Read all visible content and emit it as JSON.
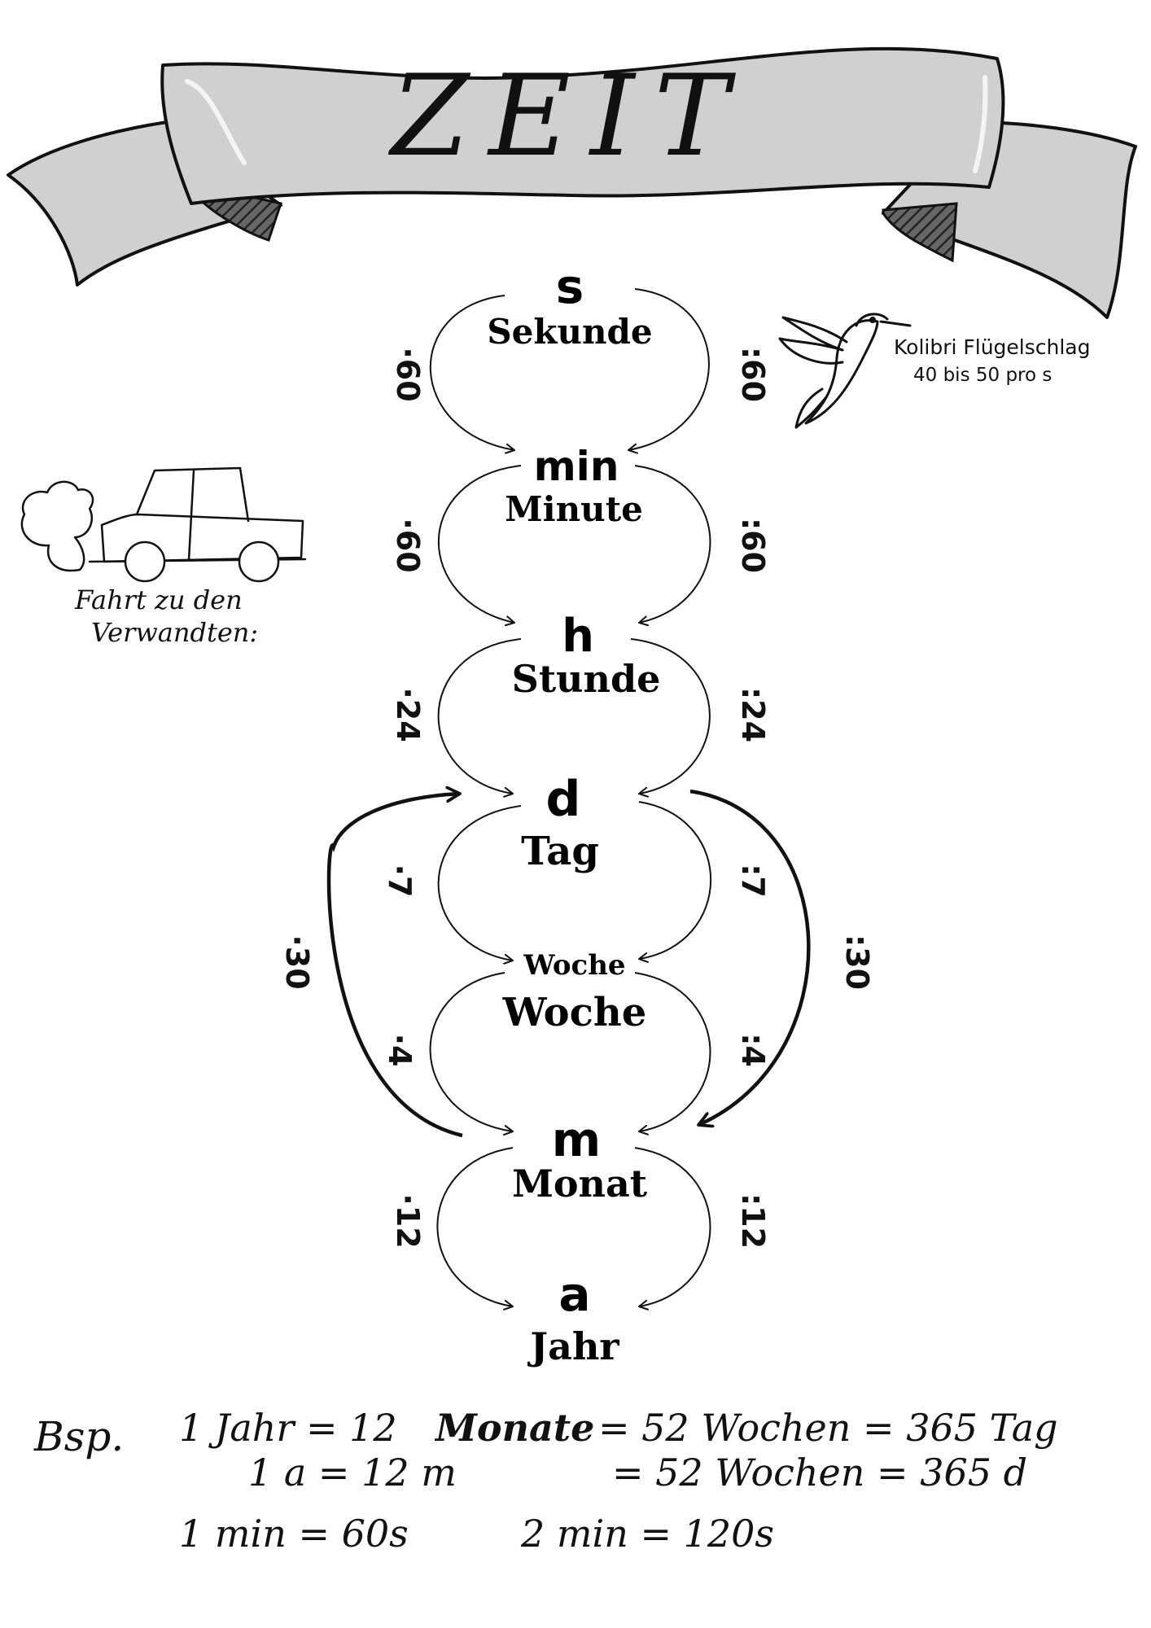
{
  "title": "ZEIT",
  "units": [
    {
      "abbr": "s",
      "name": "Sekunde"
    },
    {
      "abbr": "min",
      "name": "Minute"
    },
    {
      "abbr": "h",
      "name": "Stunde"
    },
    {
      "abbr": "d",
      "name": "Tag"
    },
    {
      "abbr": "Woche",
      "name": "Woche"
    },
    {
      "abbr": "m",
      "name": "Monat"
    },
    {
      "abbr": "a",
      "name": "Jahr"
    }
  ],
  "factors": {
    "multiply": [
      "·60",
      "·60",
      "·24",
      "·7",
      "·4",
      "·12"
    ],
    "divide": [
      ":60",
      ":60",
      ":24",
      ":7",
      ":4",
      ":12"
    ],
    "day_month_multiply": "·30",
    "day_month_divide": ":30"
  },
  "notes": {
    "hummingbird_line1": "Kolibri Flügelschlag",
    "hummingbird_line2": "40 bis 50 pro s",
    "car_line1": "Fahrt zu den",
    "car_line2": "Verwandten:"
  },
  "example": {
    "label": "Bsp.",
    "row1_left": "1 Jahr = 12",
    "row1_monate": "Monate",
    "row1_right": "= 52 Wochen = 365 Tag",
    "row2_left": "1 a = 12 m",
    "row2_right": "= 52 Wochen = 365 d",
    "row3_left": "1 min = 60s",
    "row3_right": "2 min = 120s"
  },
  "colors": {
    "ribbon_fill": "#d0d0d0",
    "ribbon_shadow": "#555555",
    "ink": "#111111"
  }
}
